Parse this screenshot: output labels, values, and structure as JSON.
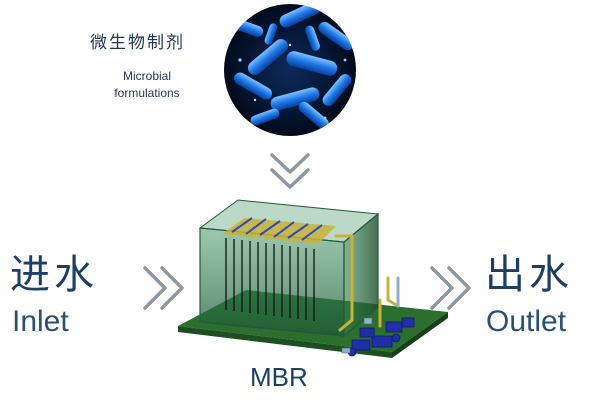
{
  "microbes": {
    "title_cn": "微生物制剂",
    "title_en_line1": "Microbial",
    "title_en_line2": "formulations"
  },
  "inlet": {
    "label_cn": "进水",
    "label_en": "Inlet"
  },
  "outlet": {
    "label_cn": "出水",
    "label_en": "Outlet"
  },
  "reactor": {
    "label": "MBR"
  },
  "colors": {
    "arrow_stroke": "#8c97a3",
    "bacteria_blue": "#1e78e6",
    "tank_green": "#2f7d48",
    "base_green": "#2c6e2e",
    "text_navy": "#1c3f63"
  }
}
